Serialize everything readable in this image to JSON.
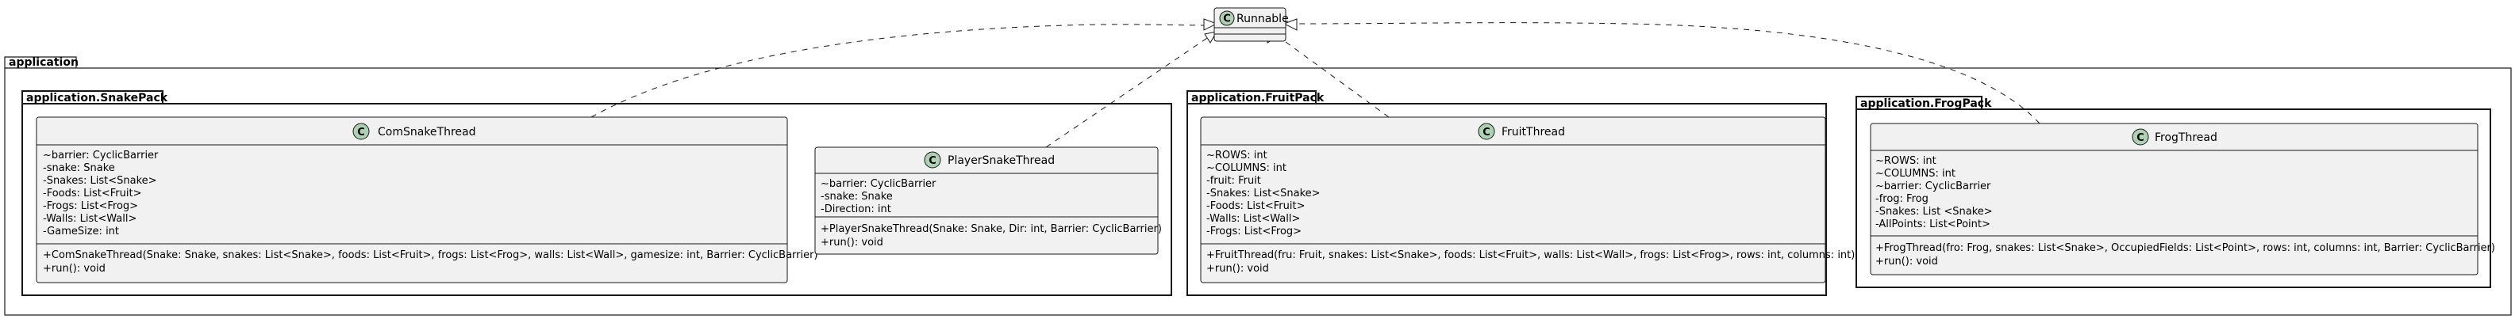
{
  "interface": {
    "name": "Runnable",
    "stereotype_letter": "C",
    "stereotype_color": "#ADD1B2"
  },
  "packages": {
    "root": "application",
    "snake": "application.SnakePack",
    "fruit": "application.FruitPack",
    "frog": "application.FrogPack"
  },
  "classes": {
    "ComSnakeThread": {
      "name": "ComSnakeThread",
      "fields": [
        "~barrier: CyclicBarrier",
        "-snake: Snake",
        "-Snakes: List<Snake>",
        "-Foods: List<Fruit>",
        "-Frogs: List<Frog>",
        "-Walls: List<Wall>",
        "-GameSize: int"
      ],
      "methods": [
        "+ComSnakeThread(Snake: Snake, snakes: List<Snake>, foods: List<Fruit>, frogs: List<Frog>, walls: List<Wall>, gamesize: int, Barrier: CyclicBarrier)",
        "+run(): void"
      ]
    },
    "PlayerSnakeThread": {
      "name": "PlayerSnakeThread",
      "fields": [
        "~barrier: CyclicBarrier",
        "-snake: Snake",
        "-Direction: int"
      ],
      "methods": [
        "+PlayerSnakeThread(Snake: Snake, Dir: int, Barrier: CyclicBarrier)",
        "+run(): void"
      ]
    },
    "FruitThread": {
      "name": "FruitThread",
      "fields": [
        "~ROWS: int",
        "~COLUMNS: int",
        "-fruit: Fruit",
        "-Snakes: List<Snake>",
        "-Foods: List<Fruit>",
        "-Walls: List<Wall>",
        "-Frogs: List<Frog>"
      ],
      "methods": [
        "+FruitThread(fru: Fruit, snakes: List<Snake>, foods: List<Fruit>, walls: List<Wall>, frogs: List<Frog>, rows: int, columns: int)",
        "+run(): void"
      ]
    },
    "FrogThread": {
      "name": "FrogThread",
      "fields": [
        "~ROWS: int",
        "~COLUMNS: int",
        "~barrier: CyclicBarrier",
        "-frog: Frog",
        "-Snakes: List <Snake>",
        "-AllPoints: List<Point>"
      ],
      "methods": [
        "+FrogThread(fro: Frog, snakes: List<Snake>, OccupiedFields: List<Point>, rows: int, columns: int, Barrier: CyclicBarrier)",
        "+run(): void"
      ]
    }
  },
  "colors": {
    "class_fill": "#F1F1F1",
    "border": "#181818",
    "package_fill": "#FFFFFF"
  }
}
